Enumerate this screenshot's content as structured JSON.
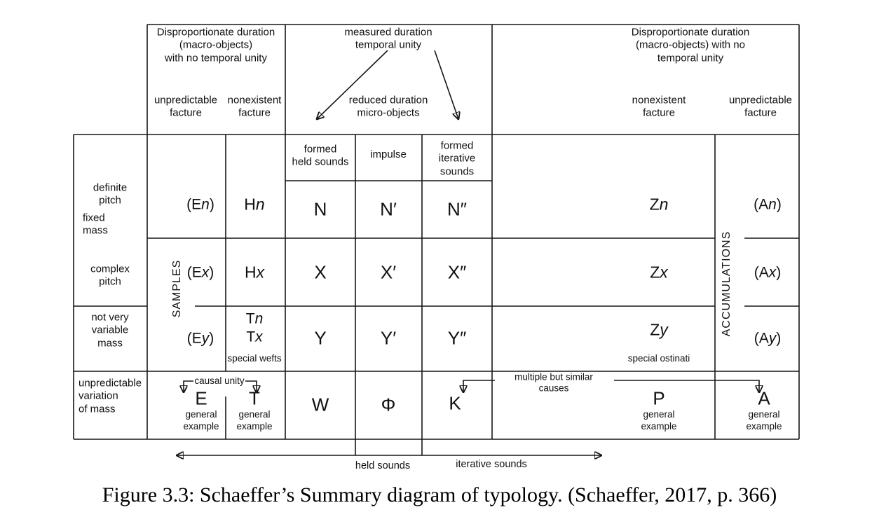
{
  "header": {
    "left": "Disproportionate duration\n(macro-objects)\nwith no temporal unity",
    "middle": "measured duration\ntemporal unity",
    "right": "Disproportionate duration\n(macro-objects) with no\ntemporal unity",
    "facture_left_1": "unpredictable\nfacture",
    "facture_left_2": "nonexistent\nfacture",
    "reduced": "reduced duration\nmicro-objects",
    "facture_right_1": "nonexistent\nfacture",
    "facture_right_2": "unpredictable\nfacture",
    "sub_c": "formed\nheld sounds",
    "sub_d": "impulse",
    "sub_e": "formed\niterative\nsounds"
  },
  "rows": {
    "definite_pitch": "definite\npitch",
    "fixed_mass": "fixed\nmass",
    "complex_pitch": "complex\npitch",
    "not_very_variable_mass": "not very\nvariable\nmass",
    "unpredictable_variation": "unpredictable\nvariation\nof mass"
  },
  "vertical_labels": {
    "samples": "SAMPLES",
    "accumulations": "ACCUMULATIONS"
  },
  "cells": {
    "r1": {
      "e": {
        "pre": "(E",
        "it": "n",
        "post": ")"
      },
      "h": {
        "pre": "H",
        "it": "n",
        "post": ""
      },
      "c1": "N",
      "c2": "N′",
      "c3": "N″",
      "z": {
        "pre": "Z",
        "it": "n",
        "post": ""
      },
      "a": {
        "pre": "(A",
        "it": "n",
        "post": ")"
      }
    },
    "r2": {
      "e": {
        "pre": "(E",
        "it": "x",
        "post": ")"
      },
      "h": {
        "pre": "H",
        "it": "x",
        "post": ""
      },
      "c1": "X",
      "c2": "X′",
      "c3": "X″",
      "z": {
        "pre": "Z",
        "it": "x",
        "post": ""
      },
      "a": {
        "pre": "(A",
        "it": "x",
        "post": ")"
      }
    },
    "r3": {
      "e": {
        "pre": "(E",
        "it": "y",
        "post": ")"
      },
      "t_top": {
        "pre": "T",
        "it": "n",
        "post": ""
      },
      "t_bottom": {
        "pre": "T",
        "it": "x",
        "post": ""
      },
      "wefts_note": "special wefts",
      "c1": "Y",
      "c2": "Y′",
      "c3": "Y″",
      "z": {
        "pre": "Z",
        "it": "y",
        "post": ""
      },
      "ostinati_note": "special ostinati",
      "a": {
        "pre": "(A",
        "it": "y",
        "post": ")"
      }
    },
    "r4": {
      "e": "E",
      "t": "T",
      "w": "W",
      "phi": "Φ",
      "k": "K",
      "p": "P",
      "a": "A",
      "general_example": "general\nexample"
    }
  },
  "annotations": {
    "causal_unity": "causal unity",
    "multiple_causes": "multiple but similar\ncauses",
    "held_sounds": "held sounds",
    "iterative_sounds": "iterative sounds"
  },
  "caption": "Figure 3.3: Schaeffer’s Summary diagram of typology. (Schaeffer, 2017, p. 366)",
  "colors": {
    "line": "#161616",
    "text": "#111111",
    "background": "#ffffff"
  }
}
